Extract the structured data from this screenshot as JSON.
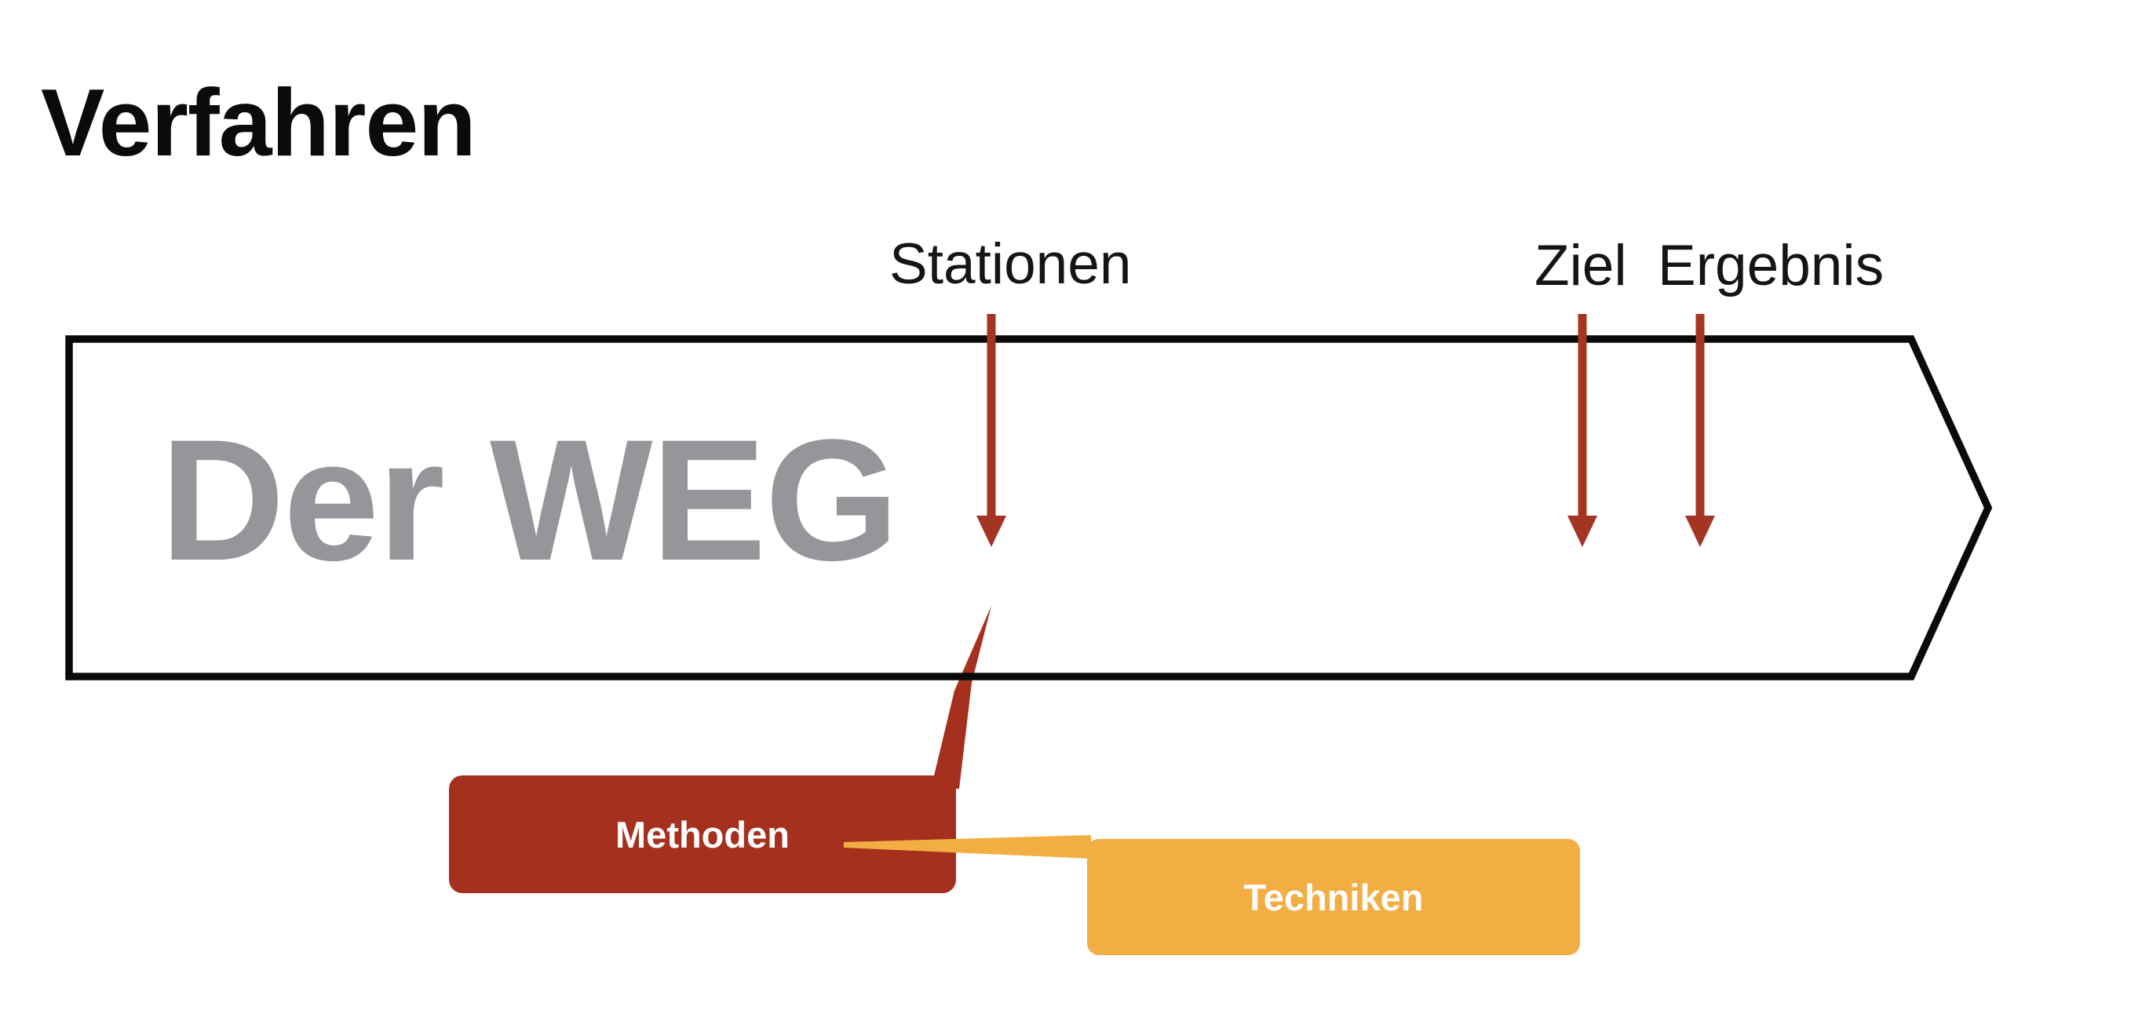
{
  "slide": {
    "title": "Verfahren",
    "band": {
      "label": "Der WEG"
    },
    "top_labels": {
      "stationen": "Stationen",
      "ziel": "Ziel",
      "ergebnis": "Ergebnis"
    },
    "callouts": {
      "methoden": "Methoden",
      "techniken": "Techniken"
    },
    "colors": {
      "red": "#A43522",
      "red_box": "#A4301D",
      "orange": "#F2AE43",
      "outline": "#0A0A0A",
      "gray_text": "#949699",
      "white": "#FFFFFF"
    }
  }
}
